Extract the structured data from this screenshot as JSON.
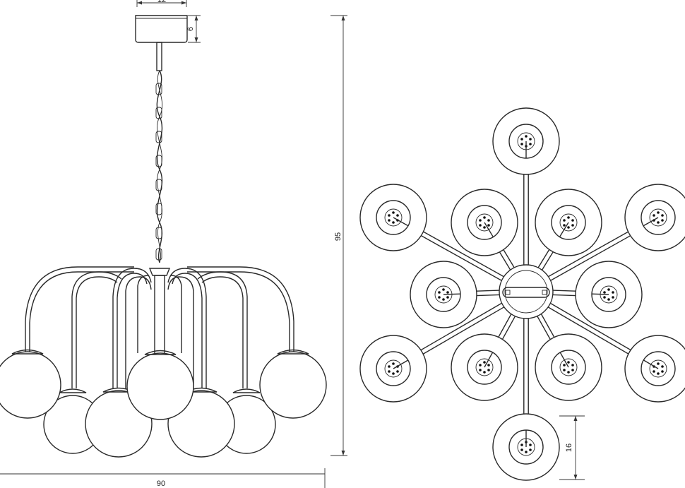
{
  "dimensions": {
    "canopy_width": "12",
    "canopy_height": "6",
    "total_height": "95",
    "total_width": "90",
    "globe_diameter": "16"
  },
  "colors": {
    "line": "#2a2a2a",
    "background": "#ffffff"
  }
}
